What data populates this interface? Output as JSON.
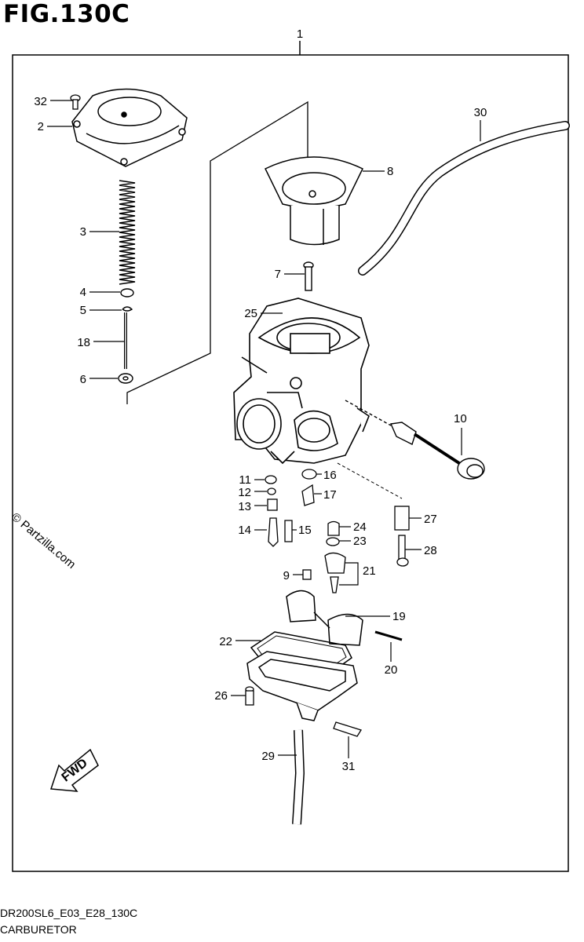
{
  "figure": {
    "title": "FIG.130C",
    "footer_code": "DR200SL6_E03_E28_130C",
    "footer_name": "CARBURETOR",
    "watermark": "© Partzilla.com",
    "fwd_label": "FWD"
  },
  "callouts": [
    {
      "id": "1",
      "label": "1"
    },
    {
      "id": "2",
      "label": "2"
    },
    {
      "id": "3",
      "label": "3"
    },
    {
      "id": "4",
      "label": "4"
    },
    {
      "id": "5",
      "label": "5"
    },
    {
      "id": "6",
      "label": "6"
    },
    {
      "id": "7",
      "label": "7"
    },
    {
      "id": "8",
      "label": "8"
    },
    {
      "id": "9",
      "label": "9"
    },
    {
      "id": "10",
      "label": "10"
    },
    {
      "id": "11",
      "label": "11"
    },
    {
      "id": "12",
      "label": "12"
    },
    {
      "id": "13",
      "label": "13"
    },
    {
      "id": "14",
      "label": "14"
    },
    {
      "id": "15",
      "label": "15"
    },
    {
      "id": "16",
      "label": "16"
    },
    {
      "id": "17",
      "label": "17"
    },
    {
      "id": "18",
      "label": "18"
    },
    {
      "id": "19",
      "label": "19"
    },
    {
      "id": "20",
      "label": "20"
    },
    {
      "id": "21",
      "label": "21"
    },
    {
      "id": "22",
      "label": "22"
    },
    {
      "id": "23",
      "label": "23"
    },
    {
      "id": "24",
      "label": "24"
    },
    {
      "id": "25",
      "label": "25"
    },
    {
      "id": "26",
      "label": "26"
    },
    {
      "id": "27",
      "label": "27"
    },
    {
      "id": "28",
      "label": "28"
    },
    {
      "id": "29",
      "label": "29"
    },
    {
      "id": "30",
      "label": "30"
    },
    {
      "id": "31",
      "label": "31"
    },
    {
      "id": "32",
      "label": "32"
    }
  ]
}
